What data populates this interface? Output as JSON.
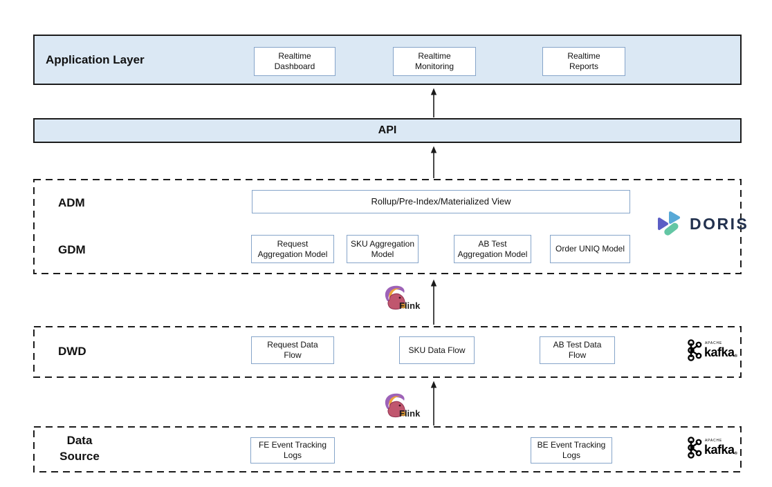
{
  "application_layer": {
    "label": "Application Layer",
    "boxes": [
      {
        "label": "Realtime\nDashboard"
      },
      {
        "label": "Realtime\nMonitoring"
      },
      {
        "label": "Realtime\nReports"
      }
    ]
  },
  "api_layer": {
    "label": "API"
  },
  "adm_gdm_layer": {
    "adm_label": "ADM",
    "gdm_label": "GDM",
    "rollup_box": {
      "label": "Rollup/Pre-Index/Materialized View"
    },
    "gdm_boxes": [
      {
        "label": "Request\nAggregation Model"
      },
      {
        "label": "SKU Aggregation\nModel"
      },
      {
        "label": "AB Test\nAggregation Model"
      },
      {
        "label": "Order UNIQ Model"
      }
    ],
    "doris_logo_text": "DORIS"
  },
  "dwd_layer": {
    "label": "DWD",
    "boxes": [
      {
        "label": "Request Data\nFlow"
      },
      {
        "label": "SKU Data Flow"
      },
      {
        "label": "AB Test Data\nFlow"
      }
    ]
  },
  "data_source_layer": {
    "label": "Data\nSource",
    "boxes": [
      {
        "label": "FE Event Tracking\nLogs"
      },
      {
        "label": "BE Event Tracking\nLogs"
      }
    ]
  },
  "flink_logo": {
    "label": "Flink"
  },
  "kafka_logo": {
    "apache": "APACHE",
    "name": "kafka",
    "reg": "®"
  },
  "colors": {
    "band_fill": "#dbe8f4",
    "band_border": "#1b1b1b",
    "chip_border": "#85a4c9",
    "doris_navy": "#22314e",
    "doris_blue": "#58a9d7",
    "doris_purple": "#5b5ec5",
    "doris_green": "#63c6a4",
    "flink_body": "#c0566e",
    "flink_tail_purple": "#9d62b8",
    "flink_tail_orange": "#eda63c"
  }
}
